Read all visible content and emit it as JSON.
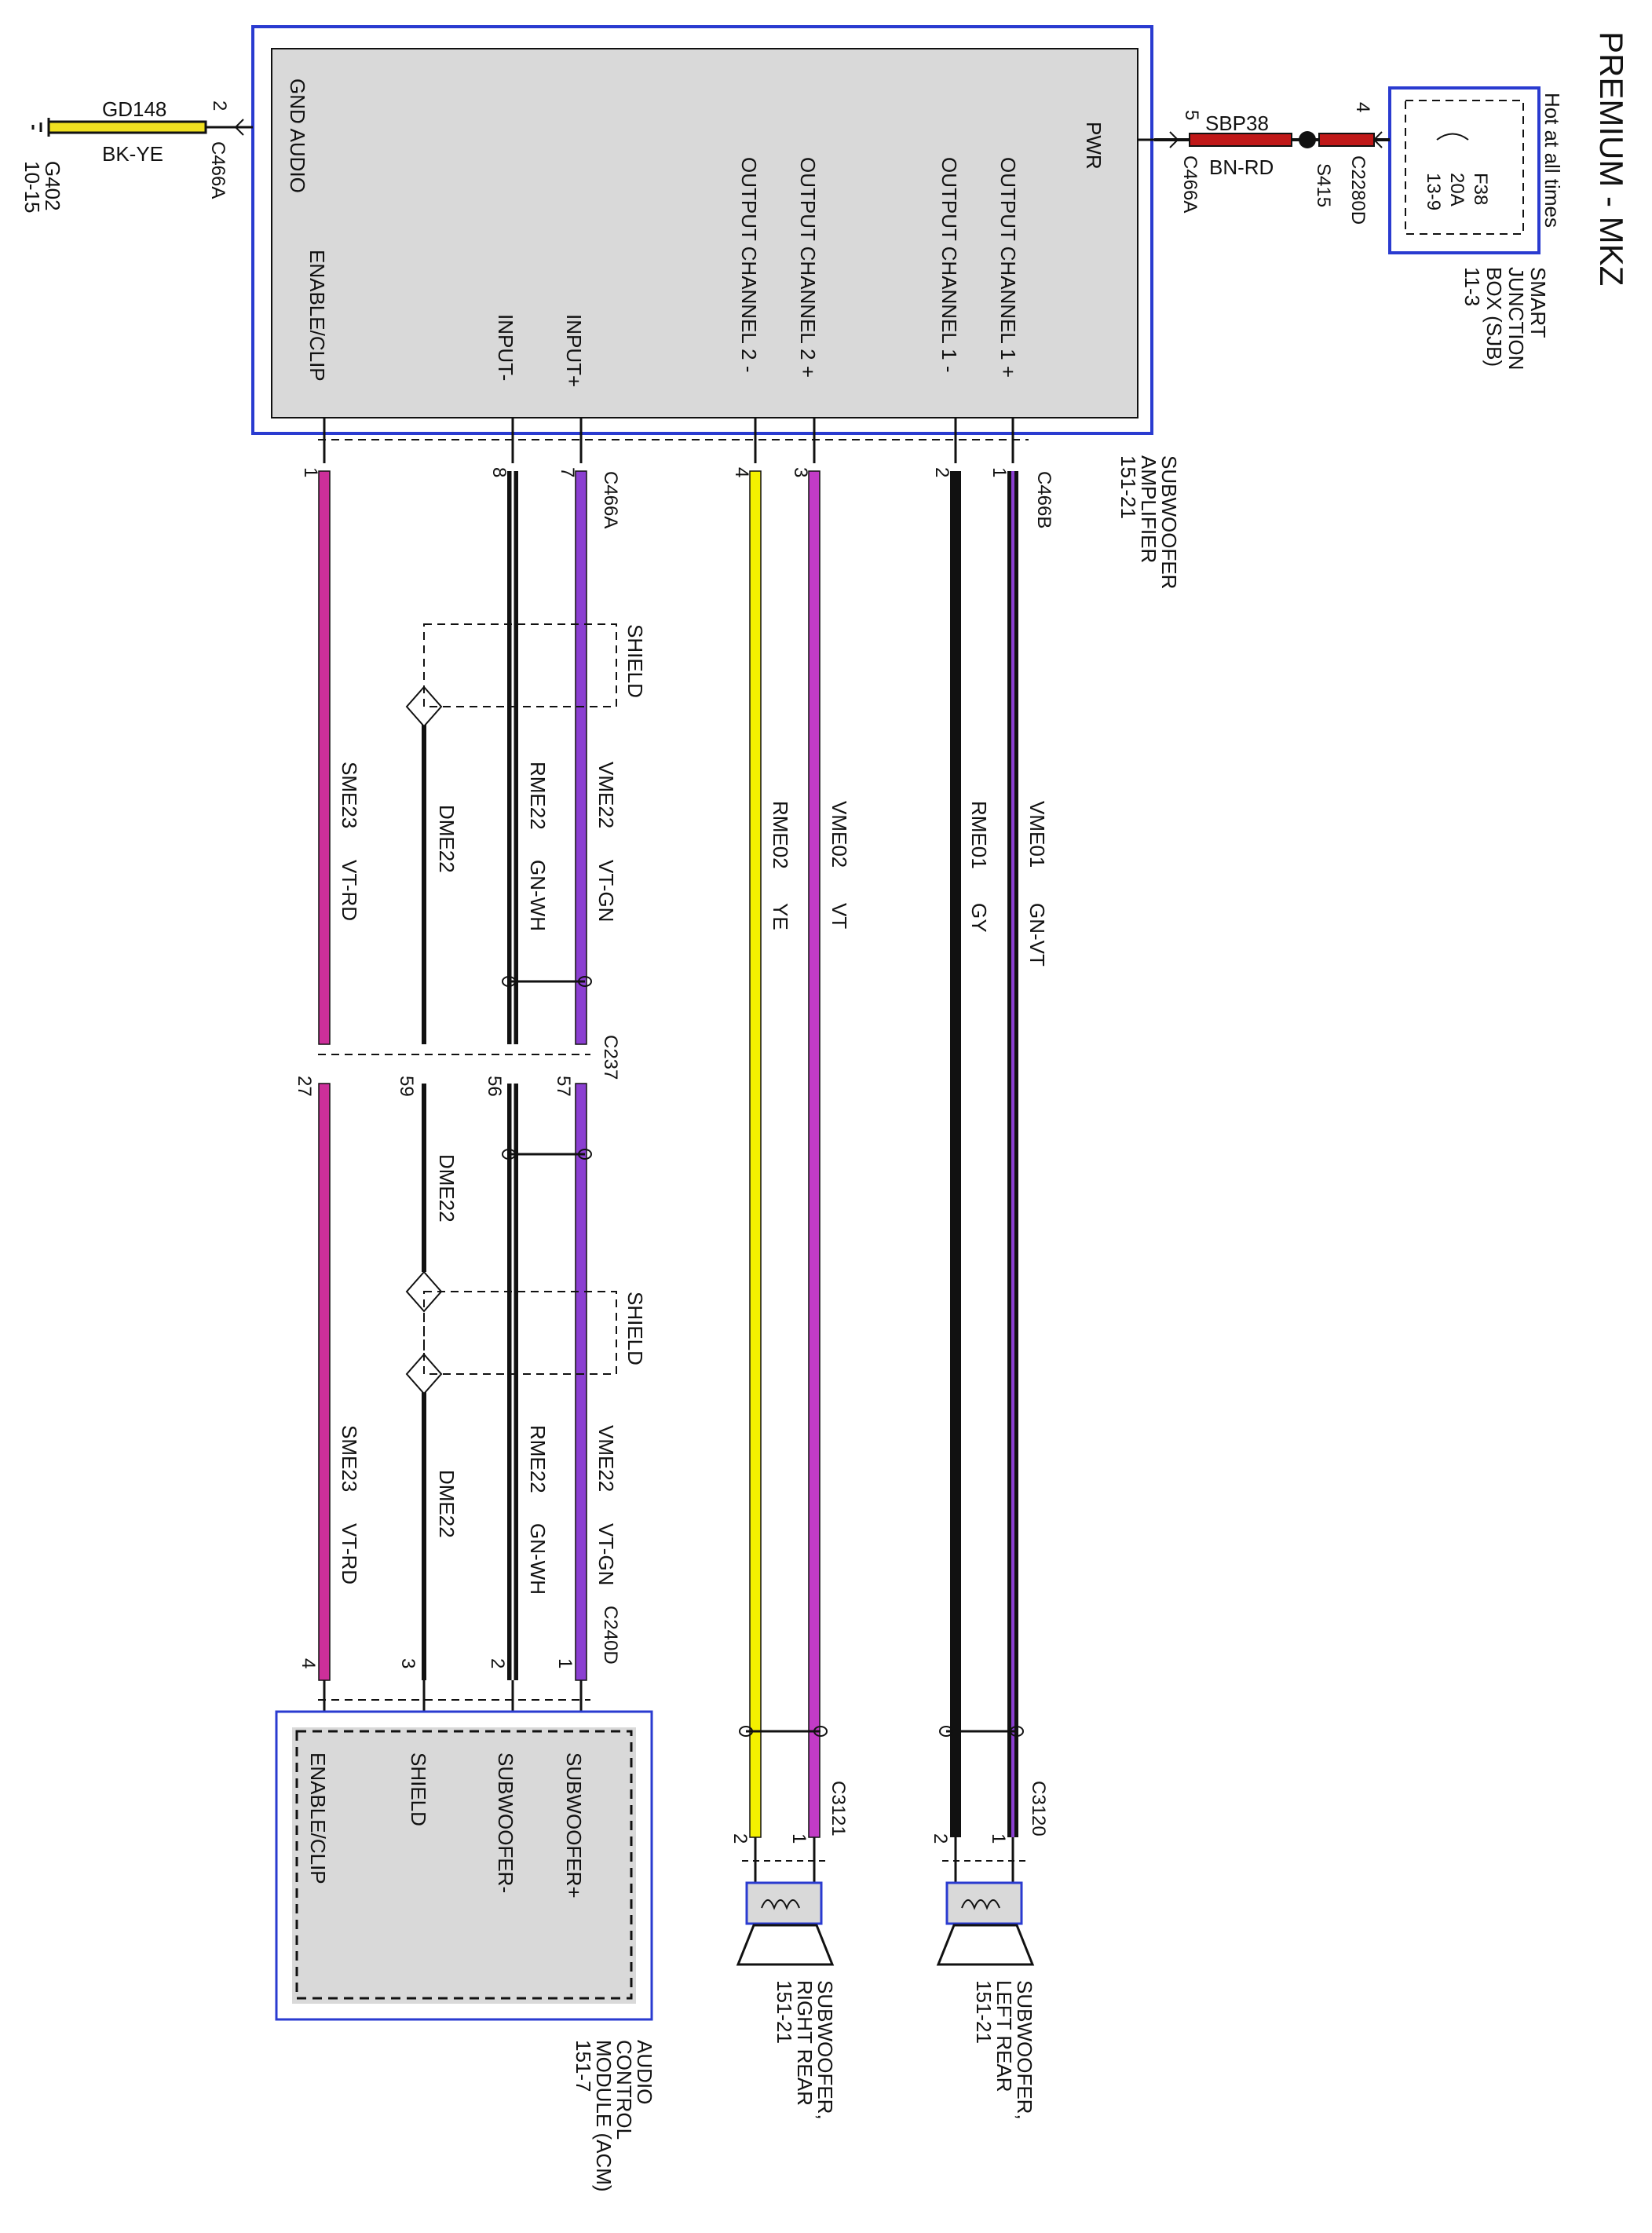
{
  "title": "PREMIUM - MKZ",
  "colors": {
    "box_border": "#2a3bd0",
    "box_fill": "#d9d9d9",
    "wire_violet": "#c23bc6",
    "wire_vtgn": "#8b3fd1",
    "wire_yellow": "#f4f000",
    "wire_black": "#111111",
    "wire_red": "#c01818",
    "wire_magenta": "#cc2f9a"
  },
  "sjb": {
    "hot_label": "Hot at all times",
    "fuse": "F38",
    "rating": "20A",
    "ref": "13-9",
    "name_1": "SMART",
    "name_2": "JUNCTION",
    "name_3": "BOX (SJB)",
    "name_4": "11-3"
  },
  "power": {
    "pin_sjb": "4",
    "connector_sjb": "C2280D",
    "splice": "S415",
    "circuit": "SBP38",
    "color": "BN-RD",
    "pin_amp": "5",
    "connector_amp": "C466A"
  },
  "amplifier": {
    "name_1": "SUBWOOFER",
    "name_2": "AMPLIFIER",
    "name_3": "151-21",
    "pins": {
      "pwr": "PWR",
      "gnd": "GND AUDIO",
      "out1p": "OUTPUT CHANNEL 1 +",
      "out1m": "OUTPUT CHANNEL 1 -",
      "out2p": "OUTPUT CHANNEL 2 +",
      "out2m": "OUTPUT CHANNEL 2 -",
      "inp": "INPUT+",
      "inm": "INPUT-",
      "en": "ENABLE/CLIP"
    },
    "conn_b": "C466B",
    "conn_a": "C466A"
  },
  "ground": {
    "pin": "2",
    "connector": "C466A",
    "circuit": "GD148",
    "color": "BK-YE",
    "point": "G402",
    "ref": "10-15"
  },
  "pins": {
    "p1": "1",
    "p2": "2",
    "p3": "3",
    "p4": "4",
    "p7": "7",
    "p8": "8",
    "p57": "57",
    "p56": "56",
    "p59": "59",
    "p27": "27"
  },
  "wires": {
    "vme01": "VME01",
    "gnvt": "GN-VT",
    "rme01": "RME01",
    "gy": "GY",
    "vme02": "VME02",
    "vt": "VT",
    "rme02": "RME02",
    "ye": "YE",
    "vme22": "VME22",
    "vtgn": "VT-GN",
    "rme22": "RME22",
    "gnwh": "GN-WH",
    "dme22": "DME22",
    "sme23": "SME23",
    "vtrd": "VT-RD"
  },
  "shield": "SHIELD",
  "c237": "C237",
  "c240d": "C240D",
  "c3120": "C3120",
  "c3121": "C3121",
  "acm": {
    "sub_plus": "SUBWOOFER+",
    "sub_minus": "SUBWOOFER-",
    "shield": "SHIELD",
    "enable": "ENABLE/CLIP",
    "name_1": "AUDIO",
    "name_2": "CONTROL",
    "name_3": "MODULE (ACM)",
    "name_4": "151-7"
  },
  "speaker_left": {
    "name_1": "SUBWOOFER,",
    "name_2": "LEFT REAR",
    "name_3": "151-21"
  },
  "speaker_right": {
    "name_1": "SUBWOOFER,",
    "name_2": "RIGHT REAR",
    "name_3": "151-21"
  }
}
